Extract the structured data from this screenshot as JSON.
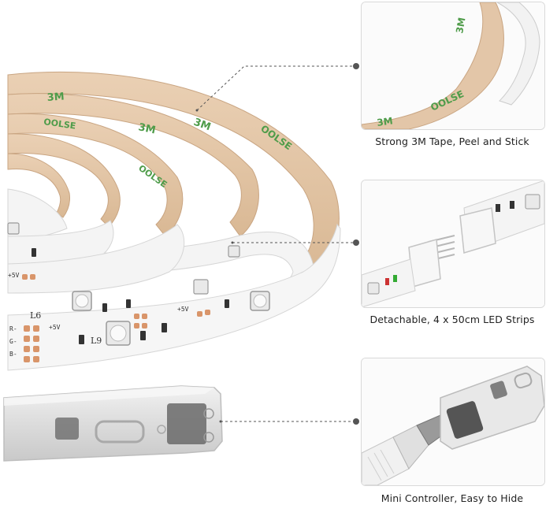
{
  "features": [
    {
      "id": "tape",
      "caption": "Strong 3M Tape, Peel and Stick",
      "icon": "adhesive-tape-icon"
    },
    {
      "id": "strips",
      "caption": "Detachable, 4 x 50cm LED Strips",
      "icon": "connector-icon"
    },
    {
      "id": "controller",
      "caption": "Mini Controller, Easy to Hide",
      "icon": "controller-icon"
    }
  ],
  "strip_markings": {
    "tape_brand": "3M",
    "tape_text": "OOLSE",
    "led_label_1": "L6",
    "led_label_2": "L9",
    "pad_label": "+5V",
    "pad_r": "R-",
    "pad_g": "G-",
    "pad_b": "B-"
  },
  "colors": {
    "tape_backing": "#e3c6a8",
    "tape_print": "#4f9c4a",
    "pcb_white": "#f4f4f4",
    "copper_pad": "#d9956a",
    "callout": "#555555"
  }
}
